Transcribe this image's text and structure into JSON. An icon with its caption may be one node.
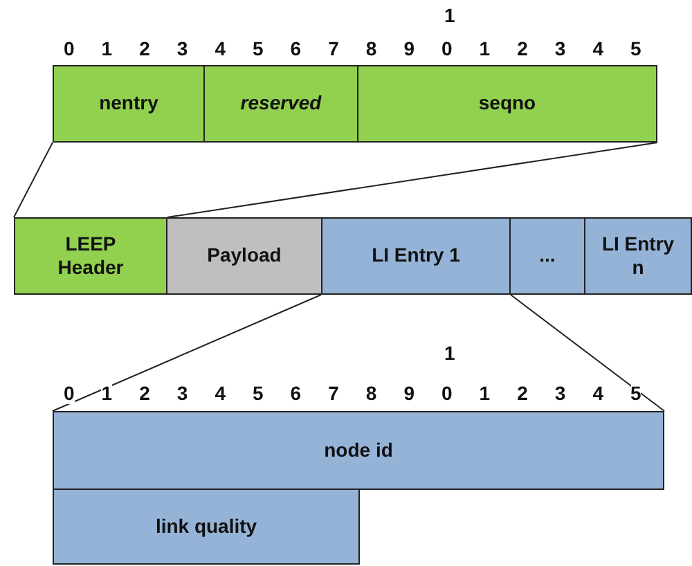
{
  "diagram": {
    "nodes": [
      {
        "text": [
          "nentry"
        ]
      },
      {
        "text": [
          "reserved"
        ]
      },
      {
        "text": [
          "seqno"
        ]
      },
      {
        "text": [
          "LEEP Header"
        ]
      },
      {
        "text": [
          "Payload"
        ]
      },
      {
        "text": [
          "LI Entry 1"
        ]
      },
      {
        "text": [
          "..."
        ]
      },
      {
        "text": [
          "LI Entry n"
        ]
      },
      {
        "text": [
          "node id"
        ]
      },
      {
        "text": [
          "link quality"
        ]
      }
    ],
    "edges": [
      {
        "from": 3,
        "to": 0,
        "arrow": "none"
      },
      {
        "from": 3,
        "to": 2,
        "arrow": "none"
      },
      {
        "from": 5,
        "to": 8,
        "arrow": "none"
      },
      {
        "from": 5,
        "to": 8,
        "arrow": "none"
      }
    ],
    "labels": [
      "1",
      "0",
      "1",
      "2",
      "3",
      "4",
      "5",
      "6",
      "7",
      "8",
      "9",
      "0",
      "1",
      "2",
      "3",
      "4",
      "5",
      "1",
      "0",
      "1",
      "2",
      "3",
      "4",
      "5",
      "6",
      "7",
      "8",
      "9",
      "0",
      "1",
      "2",
      "3",
      "4",
      "5"
    ]
  }
}
